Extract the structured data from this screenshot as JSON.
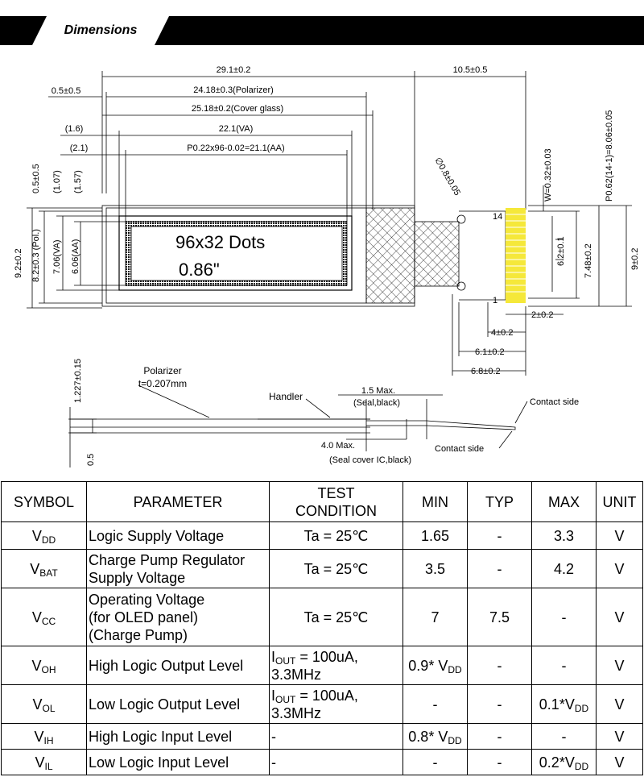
{
  "header": {
    "title": "Dimensions"
  },
  "drawing": {
    "overall_length": "29.1±0.2",
    "fpc_length": "10.5±0.5",
    "polarizer_offset": "0.5±0.5",
    "polarizer_width": "24.18±0.3(Polarizer)",
    "cover_glass_width": "25.18±0.2(Cover glass)",
    "va_offset": "(1.6)",
    "va_width": "22.1(VA)",
    "aa_offset": "(2.1)",
    "aa_width": "P0.22x96-0.02=21.1(AA)",
    "hole_diameter": "∅0.8±0.05",
    "pin_width": "W=0.32±0.03",
    "pin_pitch": "P0.62(14-1)=8.06±0.05",
    "top_offset": "0.5±0.5",
    "va_top": "(1.07)",
    "aa_top": "(1.57)",
    "height": "9.2±0.2",
    "pol_height": "8.2±0.3 (Pol.)",
    "va_height": "7.06(VA)",
    "aa_height": "6.06(AA)",
    "screen_dots": "96x32 Dots",
    "screen_size": "0.86\"",
    "pin_14": "14",
    "pin_1": "1",
    "dim_6_2": "6.2±0.1",
    "dim_7_48": "7.48±0.2",
    "dim_9": "9±0.2",
    "dim_2": "2±0.2",
    "dim_4": "4±0.2",
    "dim_6_1": "6.1±0.2",
    "dim_6_8": "6.8±0.2",
    "thickness": "1.227±0.15",
    "polarizer_label": "Polarizer",
    "polarizer_thickness": "t=0.207mm",
    "handler_label": "Handler",
    "seal_max": "1.5 Max.",
    "seal_black": "(Seal,black)",
    "contact_side_1": "Contact side",
    "contact_side_2": "Contact side",
    "seal_cover_max": "4.0 Max.",
    "seal_cover_ic": "(Seal cover IC,black)",
    "base_thickness": "0.5"
  },
  "table": {
    "headers": {
      "symbol": "SYMBOL",
      "parameter": "PARAMETER",
      "test_condition_l1": "TEST",
      "test_condition_l2": "CONDITION",
      "min": "MIN",
      "typ": "TYP",
      "max": "MAX",
      "unit": "UNIT"
    },
    "rows": [
      {
        "symbol": "V",
        "symbol_sub": "DD",
        "param_lines": [
          "Logic Supply Voltage"
        ],
        "cond": "Ta = 25℃",
        "min": "1.65",
        "min_sub": "",
        "typ": "-",
        "max": "3.3",
        "max_sub": "",
        "unit": "V"
      },
      {
        "symbol": "V",
        "symbol_sub": "BAT",
        "param_lines": [
          "Charge Pump Regulator",
          "Supply Voltage"
        ],
        "cond": "Ta = 25℃",
        "min": "3.5",
        "min_sub": "",
        "typ": "-",
        "max": "4.2",
        "max_sub": "",
        "unit": "V"
      },
      {
        "symbol": "V",
        "symbol_sub": "CC",
        "param_lines": [
          "Operating Voltage",
          "(for OLED panel)",
          "(Charge Pump)"
        ],
        "cond": "Ta = 25℃",
        "min": "7",
        "min_sub": "",
        "typ": "7.5",
        "max": "-",
        "max_sub": "",
        "unit": "V"
      },
      {
        "symbol": "V",
        "symbol_sub": "OH",
        "param_lines": [
          "High Logic Output Level"
        ],
        "cond_i": "I",
        "cond_i_sub": "OUT",
        "cond_rest": " = 100uA,",
        "cond_l2": "3.3MHz",
        "min": "0.9* V",
        "min_sub": "DD",
        "typ": "-",
        "max": "-",
        "max_sub": "",
        "unit": "V"
      },
      {
        "symbol": "V",
        "symbol_sub": "OL",
        "param_lines": [
          "Low Logic Output Level"
        ],
        "cond_i": "I",
        "cond_i_sub": "OUT",
        "cond_rest": " = 100uA,",
        "cond_l2": "3.3MHz",
        "min": "-",
        "min_sub": "",
        "typ": "-",
        "max": "0.1*V",
        "max_sub": "DD",
        "unit": "V"
      },
      {
        "symbol": "V",
        "symbol_sub": "IH",
        "param_lines": [
          "High Logic Input Level"
        ],
        "cond_dash": "-",
        "min": "0.8* V",
        "min_sub": "DD",
        "typ": "-",
        "max": "-",
        "max_sub": "",
        "unit": "V"
      },
      {
        "symbol": "V",
        "symbol_sub": "IL",
        "param_lines": [
          "Low Logic Input Level"
        ],
        "cond_dash": "-",
        "min": "-",
        "min_sub": "",
        "typ": "-",
        "max": "0.2*V",
        "max_sub": "DD",
        "unit": "V"
      }
    ]
  },
  "colors": {
    "pin_yellow": "#f5e83a",
    "banner": "#000000"
  }
}
